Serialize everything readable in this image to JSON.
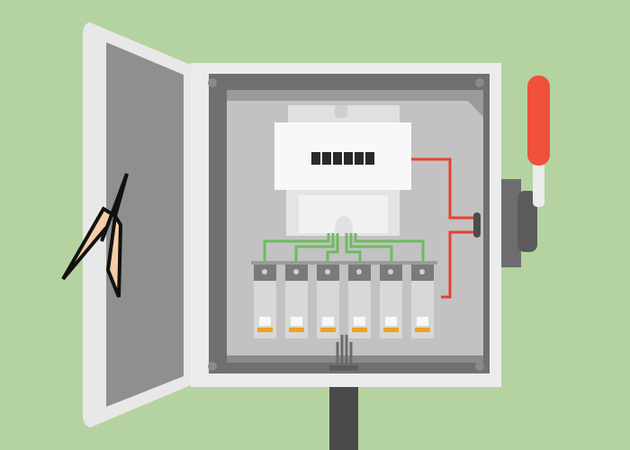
{
  "scene": {
    "background_color": "#b5d3a0",
    "subject": "electrical-distribution-box",
    "colors": {
      "box_body": "#ececec",
      "box_interior": "#8d8d8d",
      "box_back_panel": "#c2c2c2",
      "door_frame": "#e8e8e8",
      "door_panel": "#8f8f8f",
      "hinge": "#4d4d4d",
      "meter_face": "#ffffff",
      "meter_digits": "#2a2a2a",
      "wire_green": "#6dbb5f",
      "wire_red": "#e8402e",
      "breaker_body": "#d8d8d8",
      "breaker_toggle": "#f0a11d",
      "lever_handle": "#f0513d",
      "pole": "#4a4a4a",
      "warning_sign": "#f6cda6"
    },
    "meter": {
      "digit_count": 6
    },
    "breakers": {
      "count": 6
    },
    "icons": [
      "warning-lightning-icon",
      "main-switch-lever-icon"
    ]
  }
}
